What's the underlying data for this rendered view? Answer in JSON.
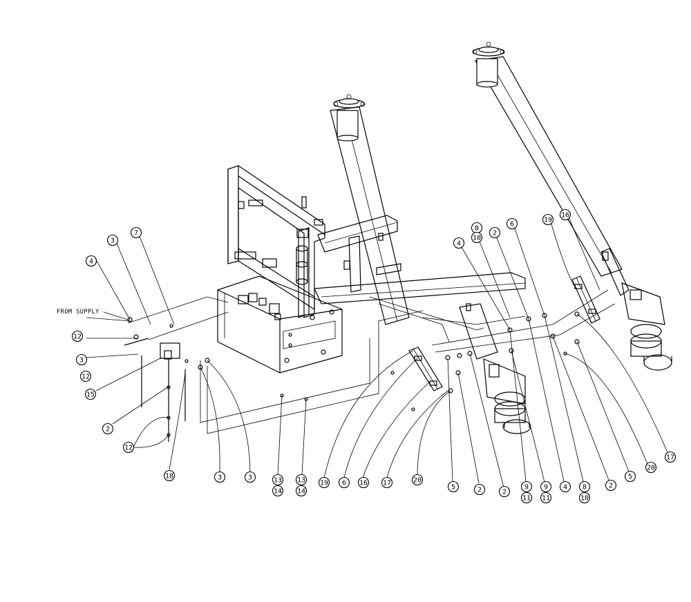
{
  "diagram": {
    "supply_label": "FROM SUPPLY",
    "callouts": [
      {
        "id": "c1",
        "n": "4"
      },
      {
        "id": "c2",
        "n": "3"
      },
      {
        "id": "c3",
        "n": "7"
      },
      {
        "id": "c4",
        "n": "12"
      },
      {
        "id": "c5",
        "n": "3"
      },
      {
        "id": "c6",
        "n": "12"
      },
      {
        "id": "c7",
        "n": "15"
      },
      {
        "id": "c8",
        "n": "2"
      },
      {
        "id": "c9",
        "n": "12"
      },
      {
        "id": "c10",
        "n": "18"
      },
      {
        "id": "c11",
        "n": "3"
      },
      {
        "id": "c12",
        "n": "3"
      },
      {
        "id": "c13",
        "n": "13"
      },
      {
        "id": "c14",
        "n": "14"
      },
      {
        "id": "c15",
        "n": "13"
      },
      {
        "id": "c16",
        "n": "14"
      },
      {
        "id": "c17",
        "n": "19"
      },
      {
        "id": "c18",
        "n": "6"
      },
      {
        "id": "c19",
        "n": "16"
      },
      {
        "id": "c20",
        "n": "17"
      },
      {
        "id": "c21",
        "n": "20"
      },
      {
        "id": "c22",
        "n": "5"
      },
      {
        "id": "c23",
        "n": "2"
      },
      {
        "id": "c24",
        "n": "2"
      },
      {
        "id": "c25",
        "n": "9"
      },
      {
        "id": "c26",
        "n": "11"
      },
      {
        "id": "c27",
        "n": "9"
      },
      {
        "id": "c28",
        "n": "11"
      },
      {
        "id": "c29",
        "n": "4"
      },
      {
        "id": "c30",
        "n": "8"
      },
      {
        "id": "c31",
        "n": "10"
      },
      {
        "id": "c32",
        "n": "2"
      },
      {
        "id": "c33",
        "n": "5"
      },
      {
        "id": "c34",
        "n": "20"
      },
      {
        "id": "c35",
        "n": "17"
      },
      {
        "id": "c36",
        "n": "4"
      },
      {
        "id": "c37",
        "n": "8"
      },
      {
        "id": "c38",
        "n": "10"
      },
      {
        "id": "c39",
        "n": "2"
      },
      {
        "id": "c40",
        "n": "6"
      },
      {
        "id": "c41",
        "n": "19"
      },
      {
        "id": "c42",
        "n": "16"
      }
    ]
  }
}
